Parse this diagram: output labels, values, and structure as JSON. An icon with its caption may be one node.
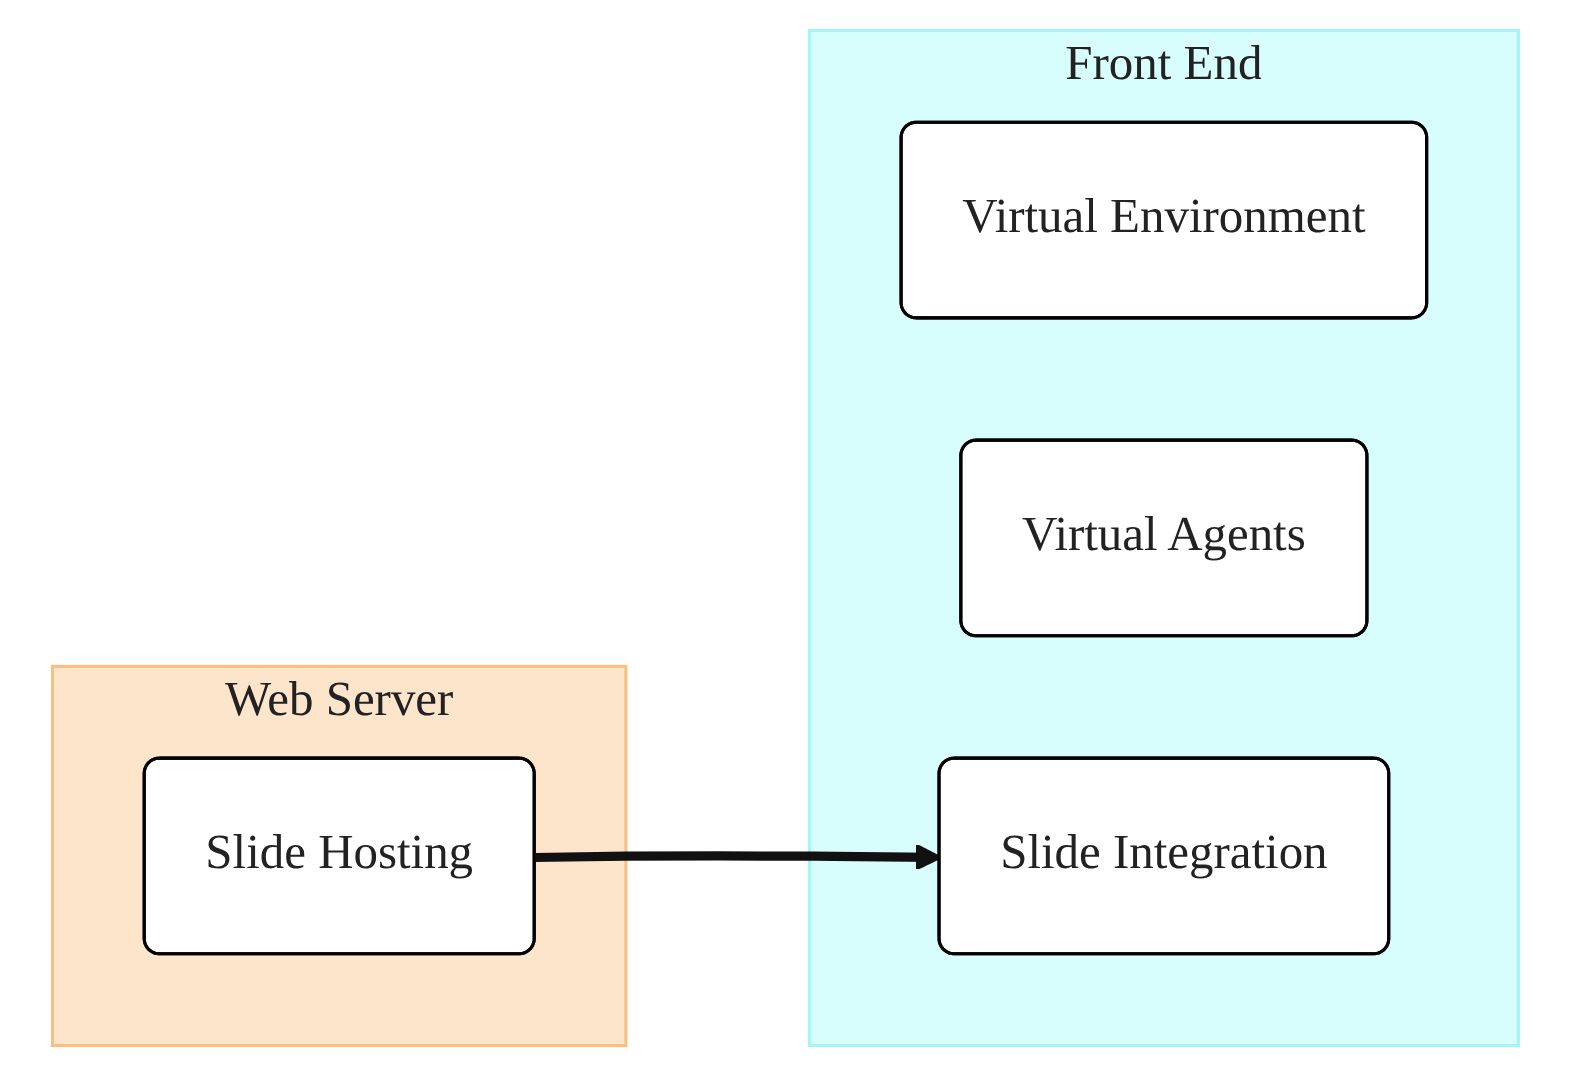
{
  "diagram": {
    "nodes": [
      {
        "text": [
          "Web Server"
        ]
      },
      {
        "text": [
          "Slide Hosting"
        ],
        "in": 0
      },
      {
        "text": [
          "Front End"
        ]
      },
      {
        "text": [
          "Virtual Environment"
        ],
        "in": 2
      },
      {
        "text": [
          "Virtual Agents"
        ],
        "in": 2
      },
      {
        "text": [
          "Slide Integration"
        ],
        "in": 2
      }
    ],
    "edges": [
      {
        "from": 1,
        "to": 5,
        "arrow": "to"
      }
    ]
  }
}
